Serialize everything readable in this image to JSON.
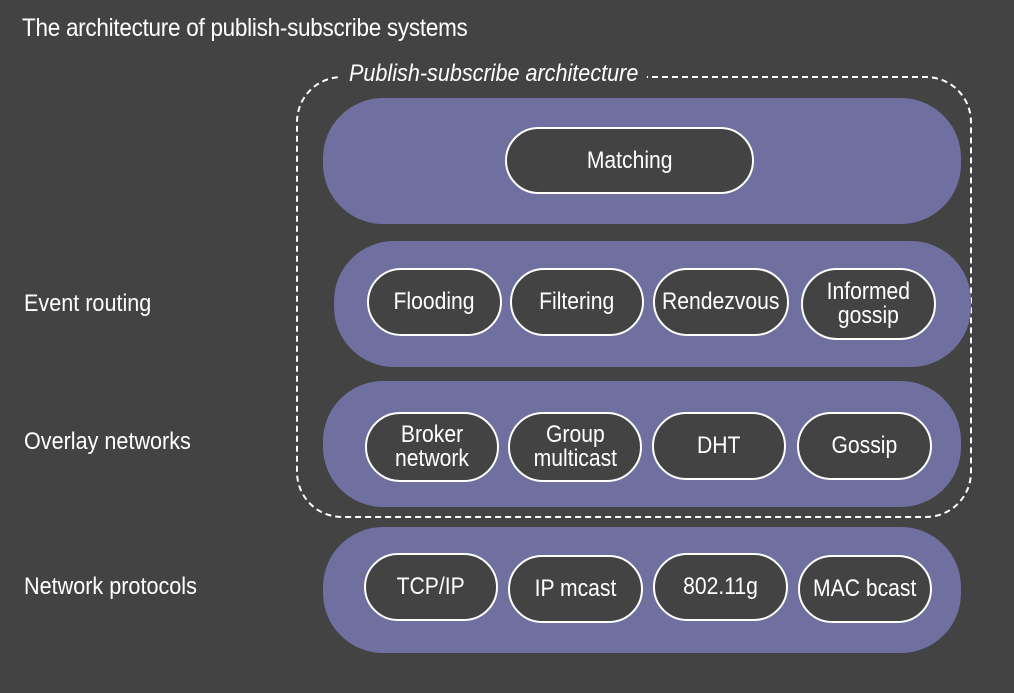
{
  "title": "The architecture of publish-subscribe systems",
  "architecture_label": "Publish-subscribe architecture",
  "colors": {
    "background": "#434343",
    "band": "#6f6fa0",
    "pill": "#434343",
    "stroke": "#ffffff"
  },
  "layers": [
    {
      "label": "",
      "items": [
        "Matching"
      ]
    },
    {
      "label": "Event routing",
      "items": [
        "Flooding",
        "Filtering",
        "Rendezvous",
        "Informed\ngossip"
      ]
    },
    {
      "label": "Overlay networks",
      "items": [
        "Broker\nnetwork",
        "Group\nmulticast",
        "DHT",
        "Gossip"
      ]
    },
    {
      "label": "Network protocols",
      "items": [
        "TCP/IP",
        "IP mcast",
        "802.11g",
        "MAC bcast"
      ]
    }
  ]
}
